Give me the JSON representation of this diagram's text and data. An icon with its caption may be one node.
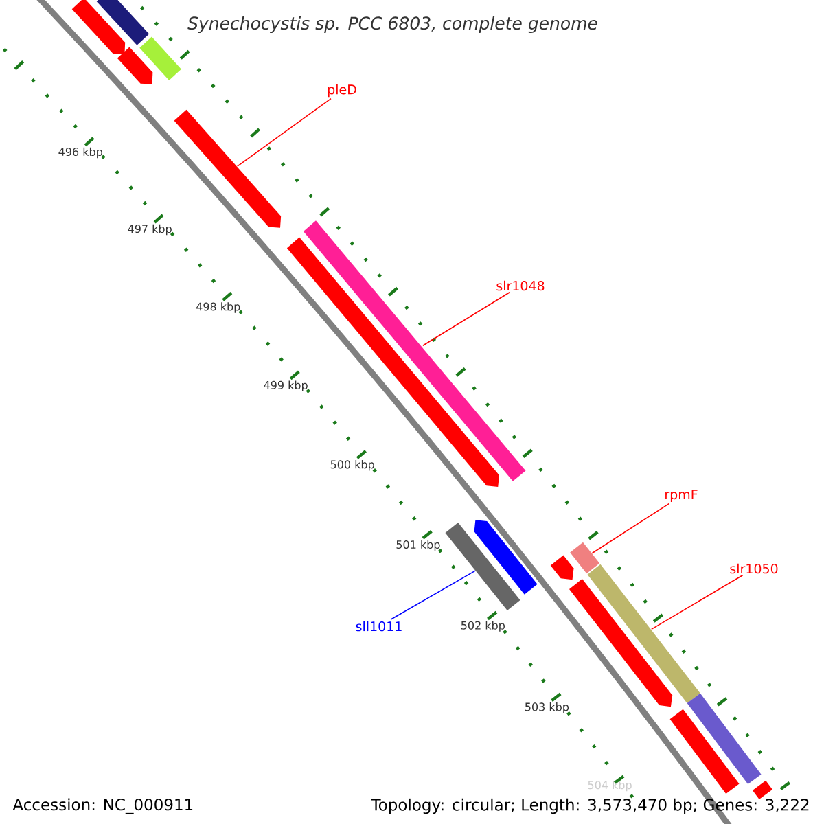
{
  "diagram": {
    "title": "Synechocystis sp. PCC 6803, complete genome",
    "nodes": [
      {
        "text": [],
        "shape": "bar"
      },
      {
        "text": [],
        "shape": "bar"
      },
      {
        "text": [],
        "shape": "bar"
      },
      {
        "text": [],
        "shape": "bar"
      },
      {
        "text": [
          "pleD"
        ]
      },
      {
        "text": [],
        "shape": "bar"
      },
      {
        "text": [],
        "shape": "bar"
      },
      {
        "text": [],
        "shape": "bar"
      },
      {
        "text": [
          "slr1048"
        ]
      },
      {
        "text": [
          "rpmF"
        ]
      },
      {
        "text": [],
        "shape": "bar"
      },
      {
        "text": [],
        "shape": "bar"
      },
      {
        "text": [],
        "shape": "bar"
      },
      {
        "text": [],
        "shape": "bar"
      },
      {
        "text": [
          "slr1050"
        ]
      },
      {
        "text": [],
        "shape": "bar"
      },
      {
        "text": [],
        "shape": "bar"
      },
      {
        "text": [
          "sll1011"
        ]
      },
      {
        "text": [],
        "shape": "bar"
      },
      {
        "text": [],
        "shape": "bar"
      },
      {
        "text": [],
        "shape": "bar"
      }
    ],
    "edges": [
      {
        "from": 4,
        "to": 5,
        "arrow": "none"
      },
      {
        "from": 8,
        "to": 6,
        "arrow": "none"
      },
      {
        "from": 9,
        "to": 12,
        "arrow": "none"
      },
      {
        "from": 14,
        "to": 15,
        "arrow": "none"
      },
      {
        "from": 17,
        "to": 11,
        "arrow": "none",
        "color": "#0000ff"
      }
    ],
    "labels": [
      "496 kbp",
      "497 kbp",
      "498 kbp",
      "499 kbp",
      "500 kbp",
      "501 kbp",
      "502 kbp",
      "503 kbp",
      "504 kbp",
      "Accession: NC_000911",
      "Topology: circular; Length: 3,573,470 bp; Genes: 3,222"
    ]
  }
}
